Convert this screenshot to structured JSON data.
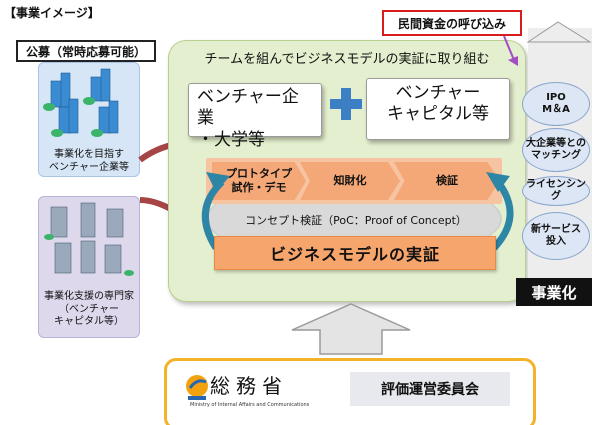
{
  "heading": "【事業イメージ】",
  "koubo_label": "公募（常時応募可能）",
  "minkan_label": "民間資金の呼び込み",
  "left_panels": [
    {
      "caption": "事業化を目指す\nベンチャー企業等"
    },
    {
      "caption": "事業化支援の専門家\n（ベンチャー\nキャピタル等）"
    }
  ],
  "green_panel": {
    "title": "チームを組んでビジネスモデルの実証に取り組む",
    "box1": "ベンチャー企業\n・大学等",
    "plus": "＋",
    "box2": "ベンチャー\nキャピタル等"
  },
  "steps": [
    "プロトタイプ\n試作・デモ",
    "知財化",
    "検証"
  ],
  "concept_label": "コンセプト検証（PoC：Proof of Concept）",
  "business_model_label": "ビジネスモデルの実証",
  "outcomes": [
    "IPO\nM＆A",
    "大企業等との\nマッチング",
    "ライセンシング",
    "新サービス\n投入"
  ],
  "jigyouka_label": "事業化",
  "bottom": {
    "ministry_name": "総務省",
    "ministry_english": "Ministry of Internal Affairs and Communications",
    "committee": "評価運営委員会"
  },
  "colors": {
    "accent_orange": "#f4a877",
    "green_panel": "#e3efce",
    "highlight_red": "#d81b1b",
    "border_gold": "#f2b22a",
    "arrow_teal": "#2e86a6"
  }
}
